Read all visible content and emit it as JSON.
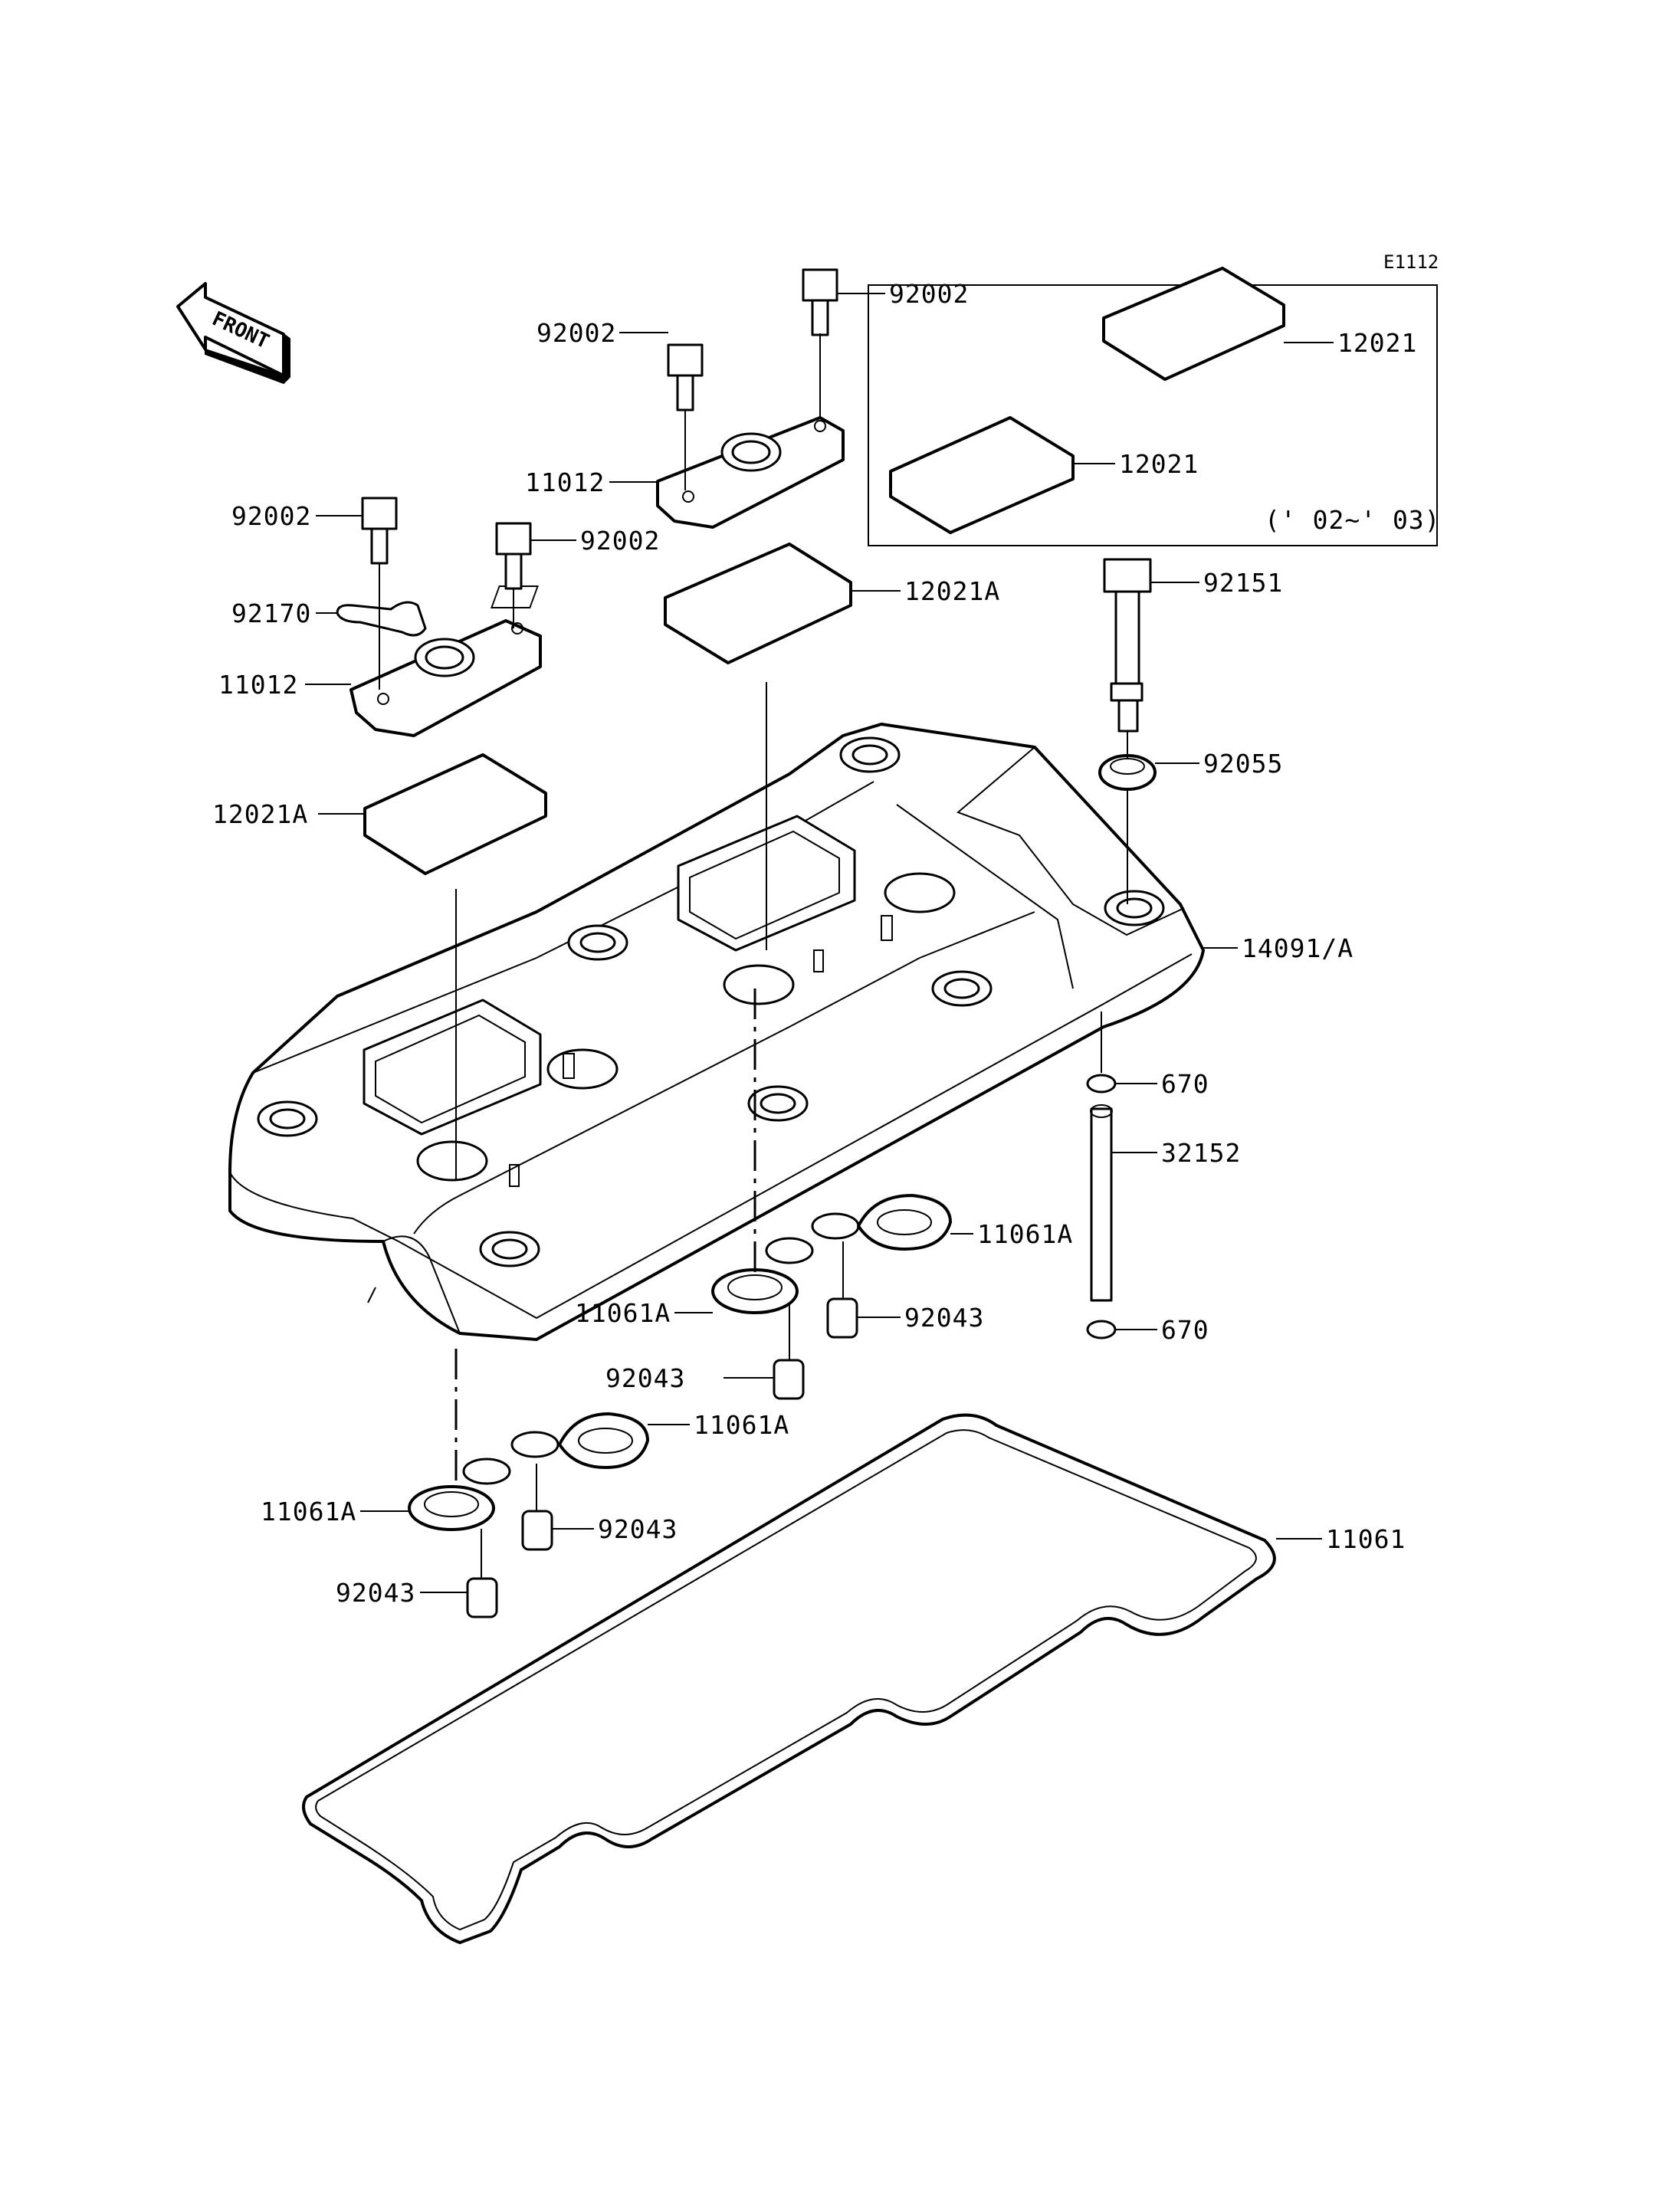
{
  "diagram_code": "E1112",
  "front_label": "FRONT",
  "year_note": "(' 02~' 03)",
  "callouts": [
    {
      "id": "92002_a",
      "label": "92002"
    },
    {
      "id": "92002_b",
      "label": "92002"
    },
    {
      "id": "92002_c",
      "label": "92002"
    },
    {
      "id": "92002_d",
      "label": "92002"
    },
    {
      "id": "12021_a",
      "label": "12021"
    },
    {
      "id": "12021_b",
      "label": "12021"
    },
    {
      "id": "11012_a",
      "label": "11012"
    },
    {
      "id": "11012_b",
      "label": "11012"
    },
    {
      "id": "92170",
      "label": "92170"
    },
    {
      "id": "12021A_a",
      "label": "12021A"
    },
    {
      "id": "12021A_b",
      "label": "12021A"
    },
    {
      "id": "92151",
      "label": "92151"
    },
    {
      "id": "92055",
      "label": "92055"
    },
    {
      "id": "14091A",
      "label": "14091/A"
    },
    {
      "id": "670_a",
      "label": "670"
    },
    {
      "id": "32152",
      "label": "32152"
    },
    {
      "id": "670_b",
      "label": "670"
    },
    {
      "id": "11061A_a",
      "label": "11061A"
    },
    {
      "id": "11061A_b",
      "label": "11061A"
    },
    {
      "id": "11061A_c",
      "label": "11061A"
    },
    {
      "id": "11061A_d",
      "label": "11061A"
    },
    {
      "id": "92043_a",
      "label": "92043"
    },
    {
      "id": "92043_b",
      "label": "92043"
    },
    {
      "id": "92043_c",
      "label": "92043"
    },
    {
      "id": "92043_d",
      "label": "92043"
    },
    {
      "id": "11061",
      "label": "11061"
    }
  ]
}
